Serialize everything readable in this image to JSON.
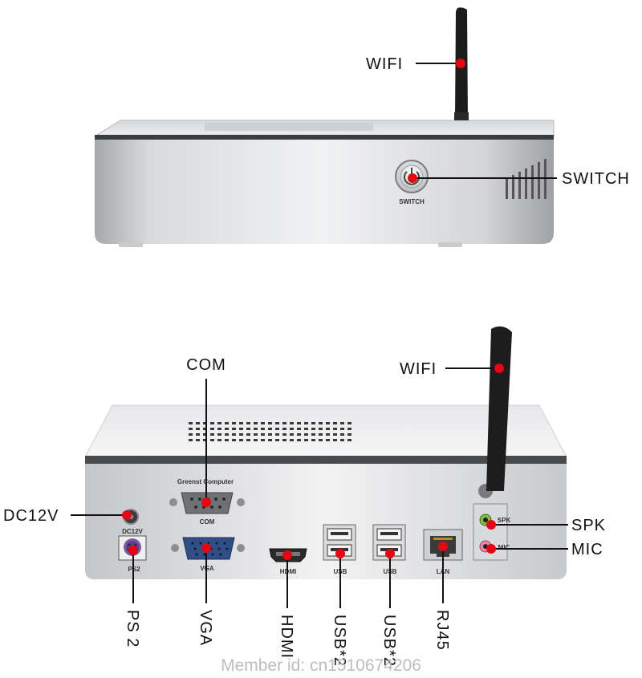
{
  "top_view": {
    "callouts": {
      "wifi": "WIFI",
      "switch": "SWITCH"
    },
    "printed": {
      "switch": "SWITCH"
    }
  },
  "rear_view": {
    "callouts": {
      "com": "COM",
      "wifi": "WIFI",
      "dc12v": "DC12V",
      "spk": "SPK",
      "mic": "MIC",
      "ps2": "PS 2",
      "vga": "VGA",
      "hdmi": "HDMI",
      "usb_left": "USB*2",
      "usb_right": "USB*2",
      "rj45": "RJ45"
    },
    "printed": {
      "brand": "Greenst  Computer",
      "com": "COM",
      "dc12v": "DC12V",
      "ps2": "PS2",
      "vga": "VGA",
      "hdmi": "HDMI",
      "usb_left": "USB",
      "usb_right": "USB",
      "lan": "LAN",
      "spk": "SPK",
      "mic": "MIC"
    }
  },
  "watermark": "Member id: cn1510674206",
  "colors": {
    "marker": "#e30613",
    "line": "#111111",
    "chassis_light": "#e9eaec",
    "chassis_dark": "#a9abaf"
  }
}
